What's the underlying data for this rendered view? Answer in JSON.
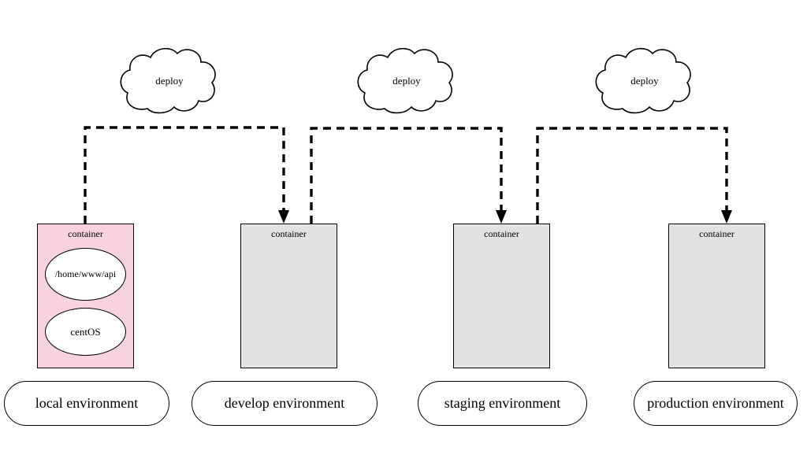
{
  "colors": {
    "local_container_bg": "#f8d2de",
    "container_bg": "#e2e2e2",
    "stroke": "#000000",
    "background": "#ffffff"
  },
  "clouds": [
    {
      "label": "deploy"
    },
    {
      "label": "deploy"
    },
    {
      "label": "deploy"
    }
  ],
  "containers": [
    {
      "title": "container",
      "items": [
        "/home/www/api",
        "centOS"
      ]
    },
    {
      "title": "container"
    },
    {
      "title": "container"
    },
    {
      "title": "container"
    }
  ],
  "environments": [
    {
      "label": "local environment"
    },
    {
      "label": "develop environment"
    },
    {
      "label": "staging environment"
    },
    {
      "label": "production environment"
    }
  ]
}
